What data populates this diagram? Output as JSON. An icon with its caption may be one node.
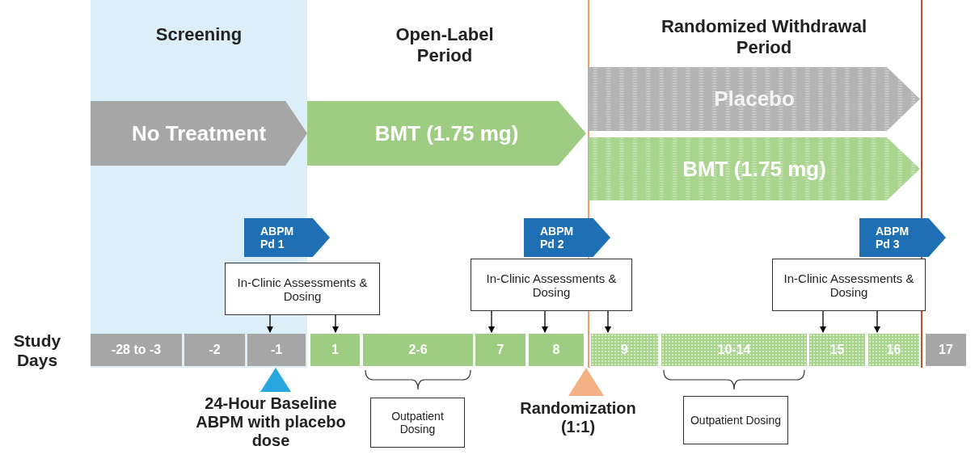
{
  "diagram": {
    "nodes": [
      {
        "text": [
          "Screening"
        ]
      },
      {
        "text": [
          "No Treatment"
        ],
        "in": 0
      },
      {
        "text": [
          "BMT (1.75 mg)"
        ]
      },
      {
        "text": [
          "Placebo"
        ]
      },
      {
        "text": [
          "BMT (1.75 mg)"
        ]
      },
      {
        "text": [
          "ABPM Pd 1"
        ]
      },
      {
        "text": [
          "ABPM Pd 2"
        ]
      },
      {
        "text": [
          "ABPM Pd 3"
        ]
      },
      {
        "text": [
          "In-Clinic Assessments & Dosing"
        ]
      },
      {
        "text": [
          "In-Clinic Assessments & Dosing"
        ]
      },
      {
        "text": [
          "In-Clinic Assessments & Dosing"
        ]
      },
      {
        "text": [
          "-28 to -3"
        ],
        "in": 0
      },
      {
        "text": [
          "-2"
        ],
        "in": 0
      },
      {
        "text": [
          "-1"
        ],
        "in": 0
      },
      {
        "text": [
          "1"
        ]
      },
      {
        "text": [
          "2-6"
        ]
      },
      {
        "text": [
          "7"
        ]
      },
      {
        "text": [
          "8"
        ]
      },
      {
        "text": [
          "9"
        ]
      },
      {
        "text": [
          "10-14"
        ]
      },
      {
        "text": [
          "15"
        ]
      },
      {
        "text": [
          "16"
        ]
      },
      {
        "text": [
          "17"
        ]
      },
      {
        "text": [
          "Outpatient Dosing"
        ]
      },
      {
        "text": [
          "Outpatient Dosing"
        ]
      },
      {
        "text": [],
        "shape": "triangle",
        "beside": [
          "24-Hour Baseline ABPM with placebo dose"
        ]
      },
      {
        "text": [],
        "shape": "triangle",
        "beside": [
          "Randomization (1:1)"
        ]
      }
    ],
    "edges": [
      {
        "from": 8,
        "to": 13,
        "arrow": "to"
      },
      {
        "from": 8,
        "to": 14,
        "arrow": "to"
      },
      {
        "from": 9,
        "to": 16,
        "arrow": "to"
      },
      {
        "from": 9,
        "to": 17,
        "arrow": "to"
      },
      {
        "from": 9,
        "to": 18,
        "arrow": "to"
      },
      {
        "from": 10,
        "to": 20,
        "arrow": "to"
      },
      {
        "from": 10,
        "to": 21,
        "arrow": "to"
      }
    ],
    "labels": [
      "Open-Label Period",
      "Randomized Withdrawal Period",
      "Study Days"
    ]
  }
}
